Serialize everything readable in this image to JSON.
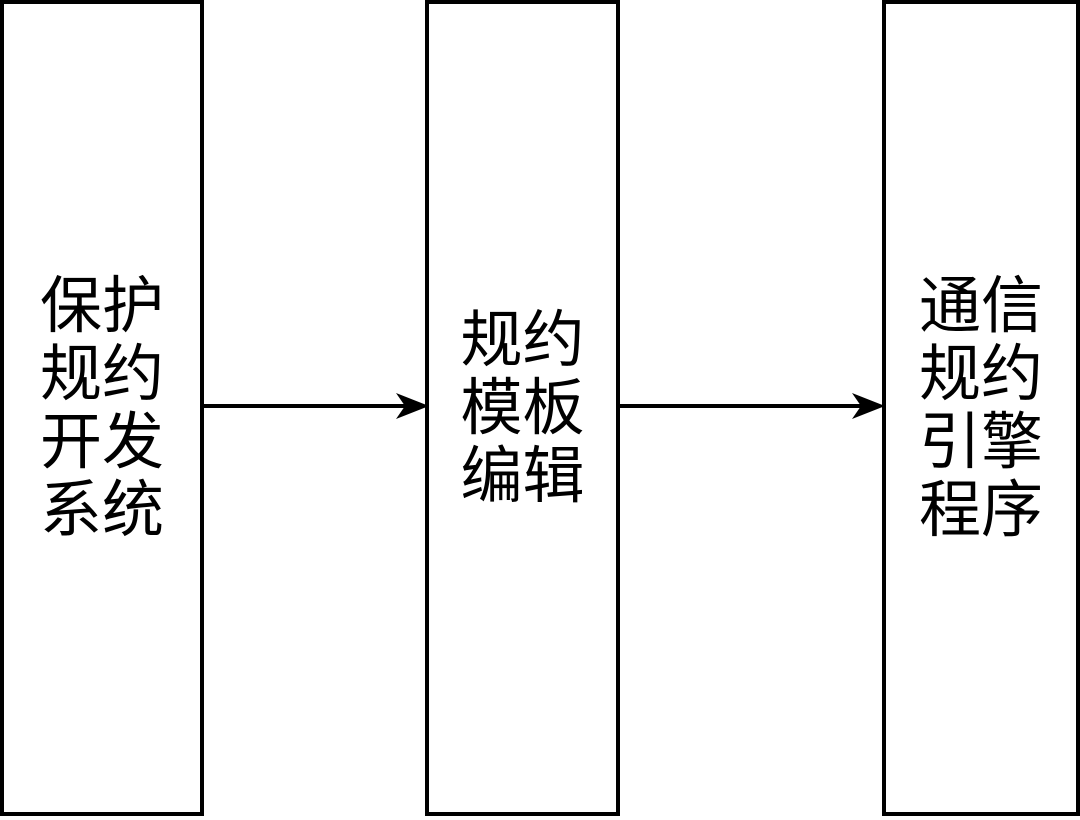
{
  "diagram": {
    "type": "flowchart",
    "orientation": "left-to-right",
    "background_color": "#ffffff",
    "stroke_color": "#000000",
    "nodes": [
      {
        "id": "protection-protocol-development-system",
        "label": "保护\n规约\n开发\n系统",
        "label_plain": "保护规约开发系统",
        "shape": "rectangle"
      },
      {
        "id": "protocol-template-editing",
        "label": "规约\n模板\n编辑",
        "label_plain": "规约模板编辑",
        "shape": "rectangle"
      },
      {
        "id": "communication-protocol-engine-program",
        "label": "通信\n规约\n引擎\n程序",
        "label_plain": "通信规约引擎程序",
        "shape": "rectangle"
      }
    ],
    "edges": [
      {
        "id": "edge-1",
        "from": "protection-protocol-development-system",
        "to": "protocol-template-editing",
        "label": "",
        "style": "solid-arrow"
      },
      {
        "id": "edge-2",
        "from": "protocol-template-editing",
        "to": "communication-protocol-engine-program",
        "label": "",
        "style": "solid-arrow"
      }
    ]
  }
}
